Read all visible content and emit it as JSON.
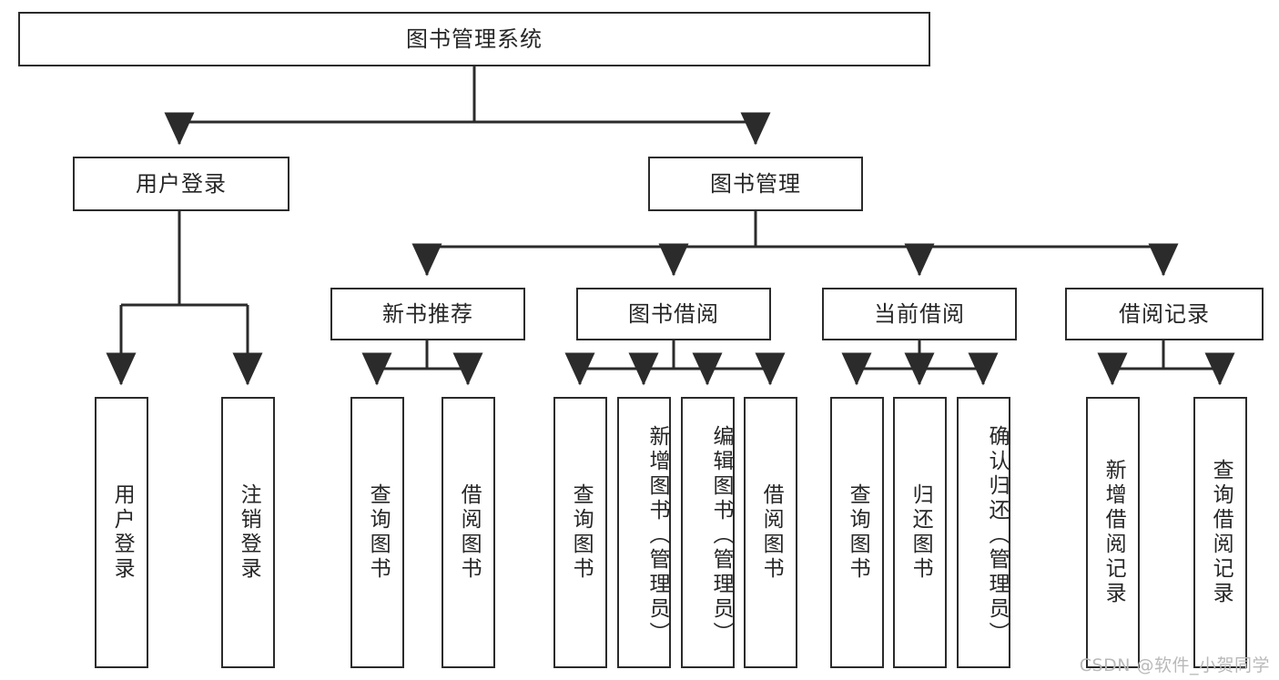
{
  "diagram": {
    "title": "图书管理系统",
    "type": "tree-hierarchy-chart",
    "watermark": "CSDN @软件_小贺同学",
    "colors": {
      "stroke": "#2b2b2b",
      "fill": "#ffffff",
      "text": "#262626",
      "watermark": "#b9b9b9"
    },
    "root": {
      "label": "图书管理系统"
    },
    "level1": [
      {
        "label": "用户登录"
      },
      {
        "label": "图书管理"
      }
    ],
    "level2": [
      {
        "label": "新书推荐"
      },
      {
        "label": "图书借阅"
      },
      {
        "label": "当前借阅"
      },
      {
        "label": "借阅记录"
      }
    ],
    "leaves": {
      "user_login": [
        {
          "label": "用户登录"
        },
        {
          "label": "注销登录"
        }
      ],
      "new_book_recommend": [
        {
          "label": "查询图书"
        },
        {
          "label": "借阅图书"
        }
      ],
      "book_borrow": [
        {
          "label": "查询图书"
        },
        {
          "label": "新增图书（管理员）"
        },
        {
          "label": "编辑图书（管理员）"
        },
        {
          "label": "借阅图书"
        }
      ],
      "current_borrow": [
        {
          "label": "查询图书"
        },
        {
          "label": "归还图书"
        },
        {
          "label": "确认归还（管理员）"
        }
      ],
      "borrow_record": [
        {
          "label": "新增借阅记录"
        },
        {
          "label": "查询借阅记录"
        }
      ]
    }
  }
}
